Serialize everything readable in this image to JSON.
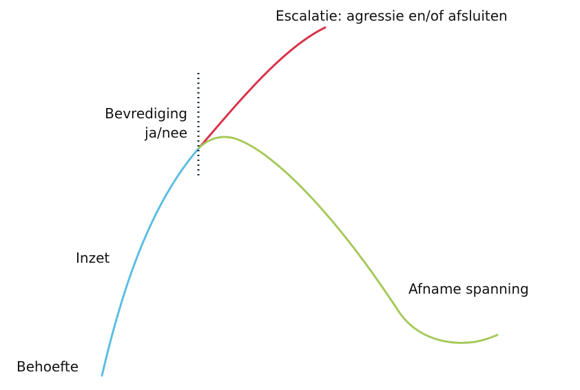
{
  "labels": {
    "behoefte": "Behoefte",
    "inzet": "Inzet",
    "bevrediging_line1": "Bevrediging",
    "bevrediging_line2": "ja/nee",
    "escalatie": "Escalatie: agressie en/of afsluiten",
    "afname": "Afname spanning"
  },
  "colors": {
    "rise": "#5bbde4",
    "escalation": "#d8334a",
    "decline": "#a5c95a",
    "decision_line": "#1a2b3c",
    "text": "#111111"
  }
}
